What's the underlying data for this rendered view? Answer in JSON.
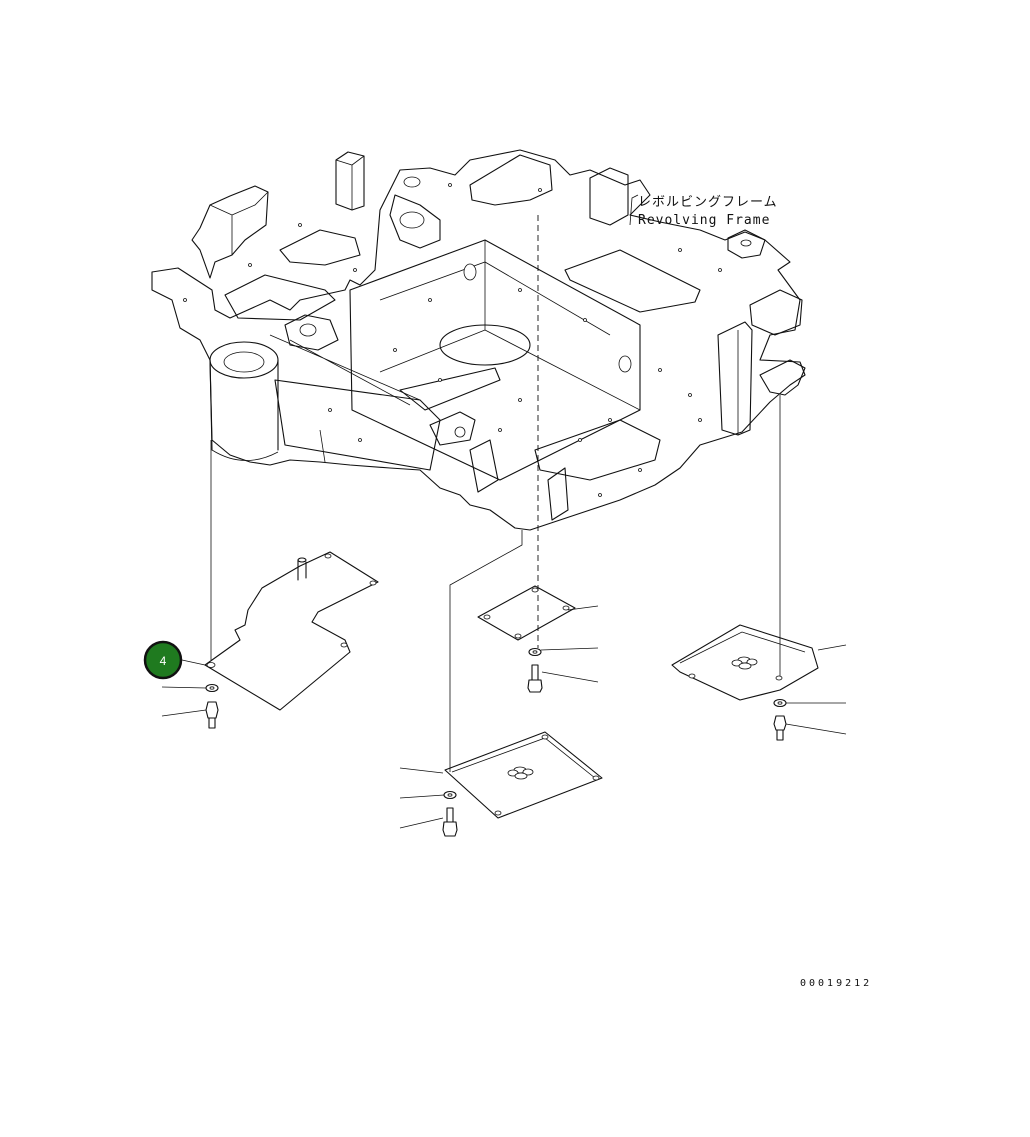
{
  "labels": {
    "frame_jp": "レボルビングフレーム",
    "frame_en": "Revolving Frame"
  },
  "callout": {
    "number": "4",
    "color": "#1f7a1f"
  },
  "doc_number": "00019212"
}
